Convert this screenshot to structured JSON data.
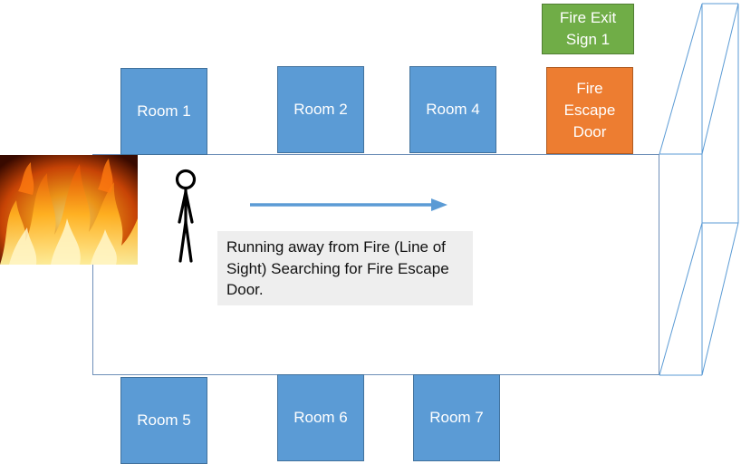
{
  "rooms_top": [
    {
      "label": "Room 1"
    },
    {
      "label": "Room 2"
    },
    {
      "label": "Room 4"
    }
  ],
  "rooms_bottom": [
    {
      "label": "Room 5"
    },
    {
      "label": "Room 6"
    },
    {
      "label": "Room 7"
    }
  ],
  "fire_exit_sign": {
    "label": "Fire Exit\nSign 1"
  },
  "fire_escape_door": {
    "label": "Fire\nEscape\nDoor"
  },
  "caption": "Running away from Fire (Line of Sight) Searching for Fire Escape Door.",
  "colors": {
    "room_fill": "#5b9bd5",
    "sign_fill": "#70ad47",
    "door_fill": "#ed7d31",
    "arrow": "#5b9bd5",
    "caption_bg": "#eeeeee"
  },
  "icons": {
    "fire": "fire-flames-image",
    "person": "stick-figure-person",
    "direction": "right-arrow"
  }
}
